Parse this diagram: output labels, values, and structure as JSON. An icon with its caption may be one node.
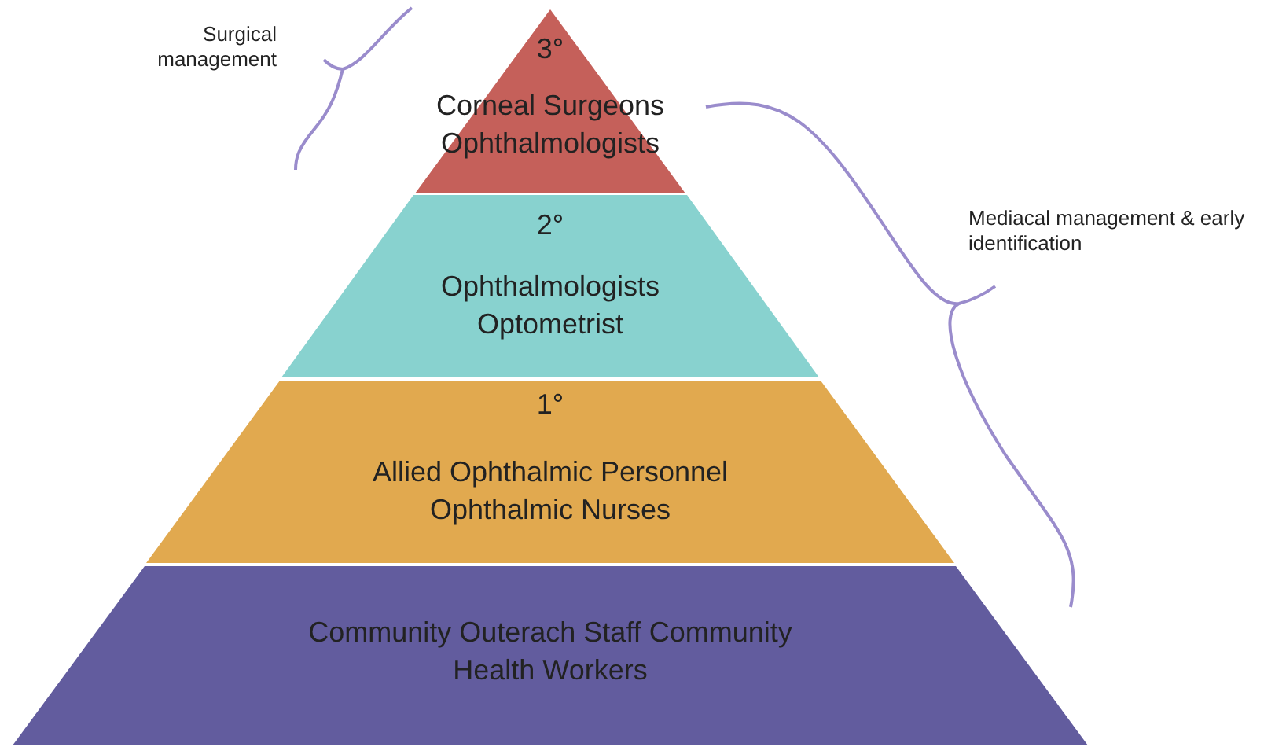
{
  "diagram": {
    "nodes": [
      {
        "text": [
          "3°",
          "Corneal Surgeons Ophthalmologists"
        ]
      },
      {
        "text": [
          "2°",
          "Ophthalmologists Optometrist"
        ]
      },
      {
        "text": [
          "1°",
          "Allied Ophthalmic Personnel Ophthalmic Nurses"
        ]
      },
      {
        "text": [
          "Community Outerach Staff Community Health Workers"
        ]
      }
    ],
    "labels": [
      "Surgical management",
      "Mediacal management & early identification"
    ]
  }
}
